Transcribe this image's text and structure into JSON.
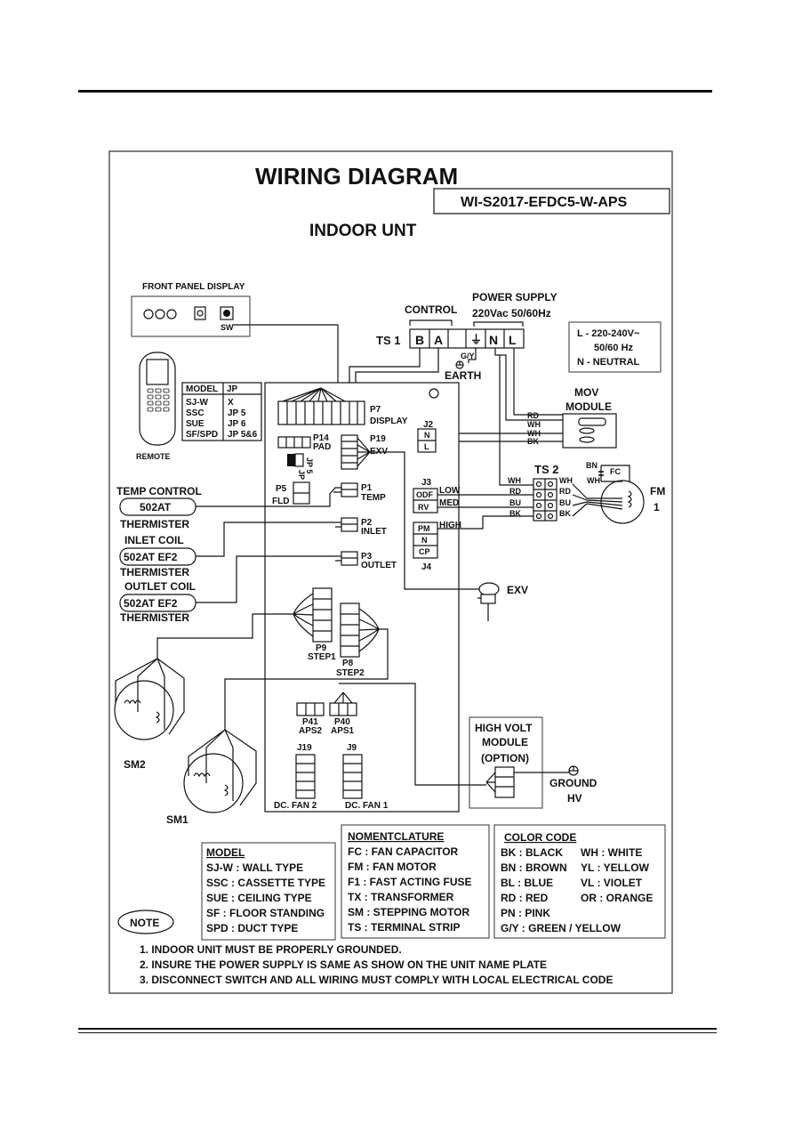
{
  "title": "WIRING DIAGRAM",
  "model_code": "WI-S2017-EFDC5-W-APS",
  "subtitle": "INDOOR UNT",
  "front_panel": {
    "label": "FRONT PANEL DISPLAY",
    "sw": "SW"
  },
  "remote": "REMOTE",
  "jp_table": {
    "headers": [
      "MODEL",
      "JP"
    ],
    "rows": [
      [
        "SJ-W",
        "X"
      ],
      [
        "SSC",
        "JP 5"
      ],
      [
        "SUE",
        "JP 6"
      ],
      [
        "SF/SPD",
        "JP 5&6"
      ]
    ]
  },
  "control": "CONTROL",
  "power_supply": {
    "line1": "POWER SUPPLY",
    "line2": "220Vac 50/60Hz"
  },
  "ts1": {
    "label": "TS 1",
    "terminals": [
      "B",
      "A",
      "",
      "⏚",
      "N",
      "L"
    ]
  },
  "gy": "G/Y",
  "earth": "EARTH",
  "legend_power": {
    "l1": "L - 220-240V~",
    "l2": "50/60 Hz",
    "l3": "N - NEUTRAL"
  },
  "mov": {
    "line1": "MOV",
    "line2": "MODULE",
    "wires": [
      "RD",
      "WH",
      "WH",
      "BK"
    ]
  },
  "board": {
    "p7": "P7",
    "display": "DISPLAY",
    "p14": "P14",
    "pad": "PAD",
    "p19": "P19",
    "exv": "EXV",
    "jp5": "JP 5",
    "jp6": "JP 6",
    "p5": "P5",
    "fld": "FLD",
    "p1": "P1",
    "temp": "TEMP",
    "p2": "P2",
    "inlet": "INLET",
    "p3": "P3",
    "outlet": "OUTLET",
    "j2": "J2",
    "j2_terms": [
      "N",
      "L"
    ],
    "j3": "J3",
    "j3_terms": [
      "ODF",
      "RV"
    ],
    "j4": "J4",
    "j4_terms": [
      "PM",
      "N",
      "CP"
    ],
    "low": "LOW",
    "med": "MED",
    "high": "HIGH",
    "p9": "P9",
    "step1": "STEP1",
    "p8": "P8",
    "step2": "STEP2",
    "p41": "P41",
    "aps2": "APS2",
    "p40": "P40",
    "aps1": "APS1",
    "j19": "J19",
    "j9": "J9",
    "dcfan2": "DC. FAN 2",
    "dcfan1": "DC. FAN 1"
  },
  "ts2": {
    "label": "TS 2",
    "left": [
      "WH",
      "RD",
      "BU",
      "BK"
    ],
    "right": [
      "WH",
      "RD",
      "BU",
      "BK"
    ]
  },
  "fan_motor": {
    "bn": "BN",
    "wh": "WH",
    "fc": "FC",
    "fm": "FM",
    "fm_num": "1"
  },
  "sensors": {
    "temp_control": "TEMP CONTROL",
    "s1": "502AT",
    "thermister": "THERMISTER",
    "inlet_coil": "INLET COIL",
    "s2": "502AT EF2",
    "outlet_coil": "OUTLET COIL",
    "s3": "502AT EF2"
  },
  "exv_label": "EXV",
  "sm2": "SM2",
  "sm1": "SM1",
  "high_volt": {
    "l1": "HIGH VOLT",
    "l2": "MODULE",
    "l3": "(OPTION)",
    "ground": "GROUND",
    "hv": "HV"
  },
  "model_box": {
    "title": "MODEL",
    "lines": [
      "SJ-W : WALL TYPE",
      "SSC : CASSETTE TYPE",
      "SUE : CEILING TYPE",
      "SF : FLOOR STANDING",
      "SPD : DUCT TYPE"
    ]
  },
  "nomenclature": {
    "title": "NOMENTCLATURE",
    "lines": [
      "FC : FAN CAPACITOR",
      "FM : FAN MOTOR",
      "F1 : FAST ACTING FUSE",
      "TX : TRANSFORMER",
      "SM : STEPPING MOTOR",
      "TS : TERMINAL STRIP"
    ]
  },
  "color_code": {
    "title": "COLOR CODE",
    "left": [
      "BK : BLACK",
      "BN : BROWN",
      "BL : BLUE",
      "RD : RED",
      "PN : PINK",
      "G/Y : GREEN / YELLOW"
    ],
    "right": [
      "WH : WHITE",
      "YL  : YELLOW",
      "VL  : VIOLET",
      "OR : ORANGE"
    ]
  },
  "note": {
    "label": "NOTE",
    "lines": [
      "1. INDOOR UNIT MUST BE PROPERLY GROUNDED.",
      "2. INSURE THE POWER SUPPLY IS SAME AS SHOW ON THE UNIT NAME PLATE",
      "3. DISCONNECT SWITCH AND ALL WIRING MUST COMPLY WITH LOCAL ELECTRICAL CODE"
    ]
  }
}
